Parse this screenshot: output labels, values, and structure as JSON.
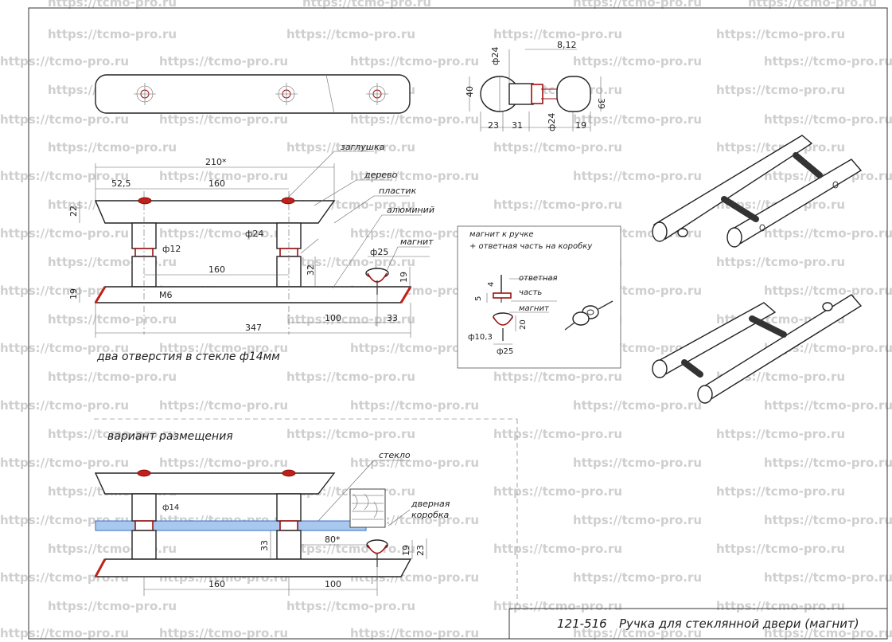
{
  "watermark": "https://tcmo-pro.ru",
  "title_block": {
    "code": "121-516",
    "title": "Ручка для стеклянной двери (магнит)"
  },
  "top_side_view": {
    "dims": {
      "d24_top": "ф24",
      "d8_12": "8,12",
      "h40": "40",
      "w23": "23",
      "w31": "31",
      "d24_bottom": "ф24",
      "w19": "19",
      "h39": "39"
    }
  },
  "main_view": {
    "labels": {
      "zaglushka": "заглушка",
      "derevo": "дерево",
      "plastik": "пластик",
      "aluminiy": "алюминий",
      "magnit": "магнит"
    },
    "dims": {
      "l210": "210*",
      "l52_5": "52,5",
      "l160_top": "160",
      "h22": "22",
      "d24": "ф24",
      "d12": "ф12",
      "l160_mid": "160",
      "h32": "32",
      "h19": "19",
      "m6": "M6",
      "l100": "100",
      "l33": "33",
      "l347": "347",
      "d25": "ф25",
      "h19_magnet": "19"
    },
    "note": "два отверстия в стекле ф14мм"
  },
  "magnet_box": {
    "heading_line1": "магнит к ручке",
    "heading_line2": "+ ответная часть на коробку",
    "label_otvetnaya": "ответная",
    "label_chast": "часть",
    "label_magnit": "магнит",
    "dims": {
      "d4": "4",
      "h5": "5",
      "h20": "20",
      "d10_3": "ф10,3",
      "d25": "ф25"
    }
  },
  "placement_view": {
    "heading": "вариант размещения",
    "labels": {
      "steklo": "стекло",
      "dvernaya": "дверная",
      "korobka": "коробка"
    },
    "dims": {
      "d14": "ф14",
      "h33": "33",
      "a80": "80*",
      "h19": "19",
      "h23": "23",
      "l160": "160",
      "l100": "100"
    }
  }
}
